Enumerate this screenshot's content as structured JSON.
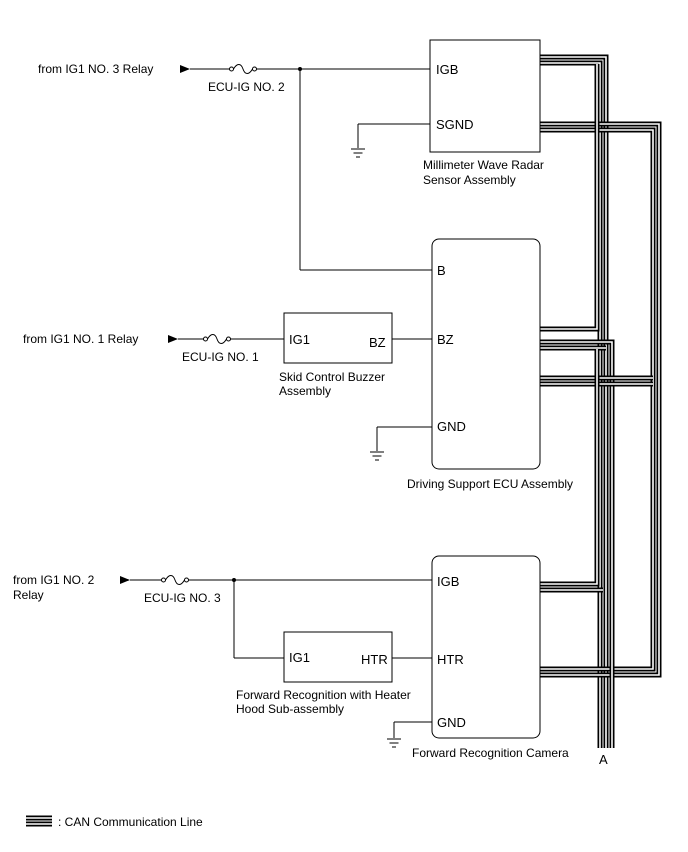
{
  "sources": {
    "ig1_no3": "from IG1 NO. 3 Relay",
    "ig1_no1": "from IG1 NO. 1 Relay",
    "ig1_no2_line1": "from IG1 NO. 2",
    "ig1_no2_line2": "Relay"
  },
  "fuses": {
    "ecu_ig_no2": "ECU-IG NO. 2",
    "ecu_ig_no1": "ECU-IG NO. 1",
    "ecu_ig_no3": "ECU-IG NO. 3"
  },
  "radar": {
    "name_line1": "Millimeter Wave Radar",
    "name_line2": "Sensor Assembly",
    "pin_igb": "IGB",
    "pin_sgnd": "SGND"
  },
  "ecu": {
    "name": "Driving Support ECU Assembly",
    "pin_b": "B",
    "pin_bz": "BZ",
    "pin_gnd": "GND"
  },
  "buzzer": {
    "name_line1": "Skid Control Buzzer",
    "name_line2": "Assembly",
    "pin_ig1": "IG1",
    "pin_bz": "BZ"
  },
  "camera": {
    "name": "Forward Recognition Camera",
    "pin_igb": "IGB",
    "pin_htr": "HTR",
    "pin_gnd": "GND"
  },
  "heater": {
    "name_line1": "Forward Recognition with Heater",
    "name_line2": "Hood Sub-assembly",
    "pin_ig1": "IG1",
    "pin_htr": "HTR"
  },
  "bus_label": "A",
  "legend": {
    "label": ": CAN Communication Line"
  }
}
